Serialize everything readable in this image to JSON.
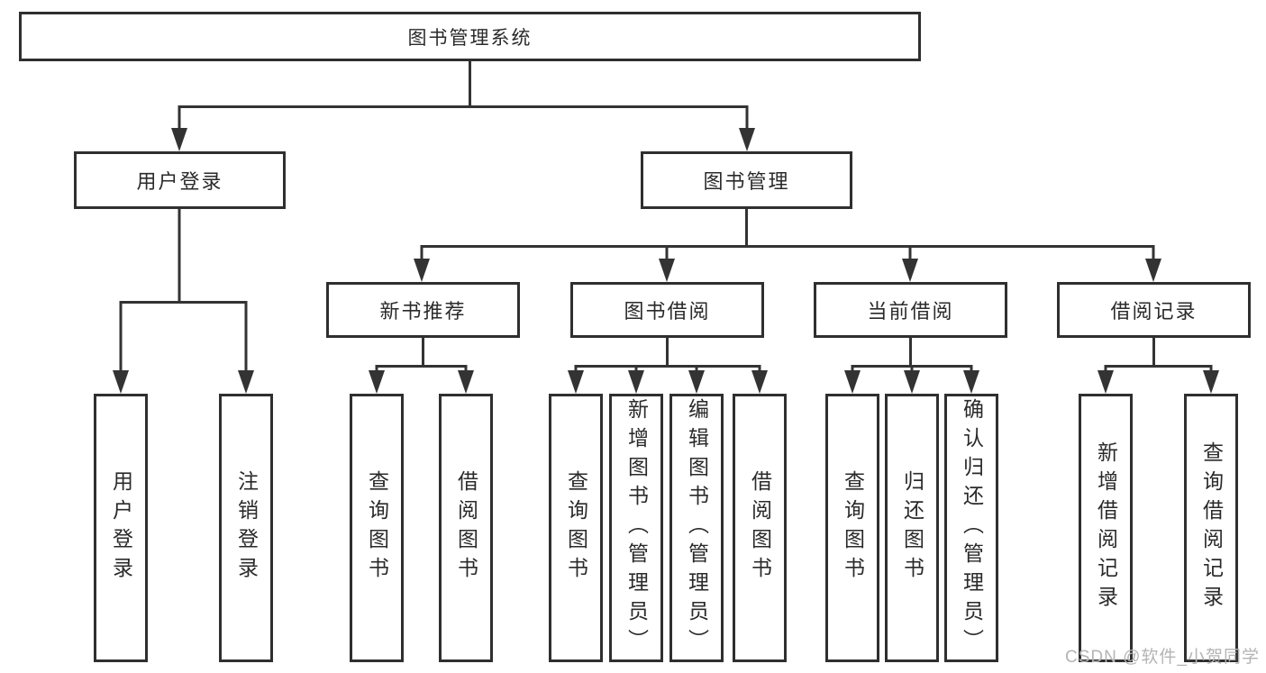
{
  "diagram": {
    "root": "图书管理系统",
    "user_branch": {
      "label": "用户登录",
      "children": [
        "用户登录",
        "注销登录"
      ]
    },
    "book_branch": {
      "label": "图书管理",
      "sections": [
        {
          "label": "新书推荐",
          "children": [
            "查询图书",
            "借阅图书"
          ]
        },
        {
          "label": "图书借阅",
          "children": [
            "查询图书",
            "新增图书（管理员）",
            "编辑图书（管理员）",
            "借阅图书"
          ]
        },
        {
          "label": "当前借阅",
          "children": [
            "查询图书",
            "归还图书",
            "确认归还（管理员）"
          ]
        },
        {
          "label": "借阅记录",
          "children": [
            "新增借阅记录",
            "查询借阅记录"
          ]
        }
      ]
    },
    "watermark": "CSDN @软件_小贺同学"
  }
}
